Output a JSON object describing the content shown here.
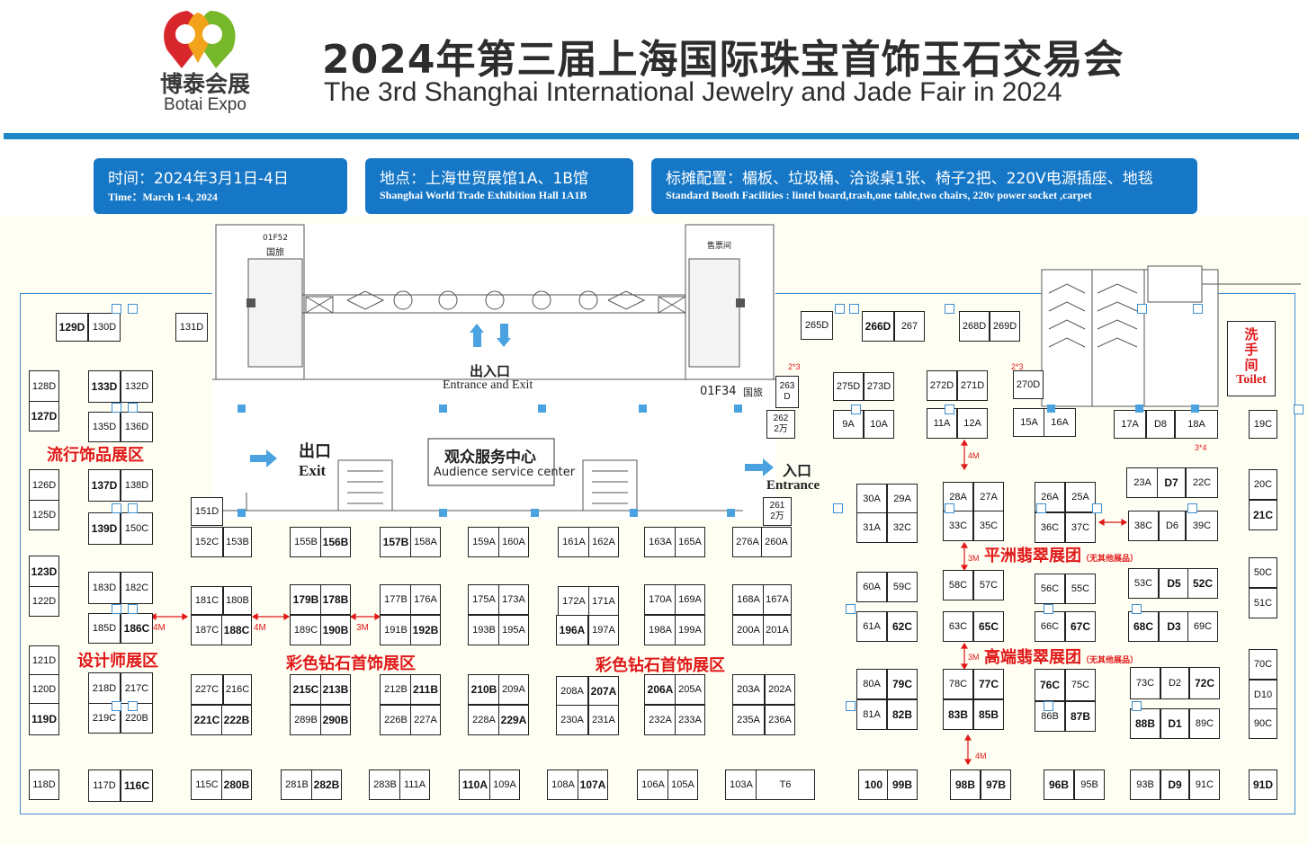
{
  "header": {
    "logo_cn": "博泰会展",
    "logo_en": "Botai Expo",
    "title_cn": "2024年第三届上海国际珠宝首饰玉石交易会",
    "title_en": "The 3rd Shanghai International Jewelry and Jade Fair in 2024"
  },
  "info": {
    "time_cn": "时间：2024年3月1日-4日",
    "time_en": "Time：March 1-4, 2024",
    "place_cn": "地点：上海世贸展馆1A、1B馆",
    "place_en": "Shanghai World Trade Exhibition Hall 1A1B",
    "config_cn": "标摊配置：楣板、垃圾桶、洽谈桌1张、椅子2把、220V电源插座、地毯",
    "config_en": "Standard Booth Facilities : lintel board,trash,one table,two chairs, 220v power socket ,carpet"
  },
  "building": {
    "f52": "01F52",
    "guolv1": "国旅",
    "f34": "01F34",
    "guolv2": "国旅",
    "ticket": "售票间",
    "entrance_exit_cn": "出入口",
    "entrance_exit_en": "Entrance and Exit",
    "exit_cn": "出口",
    "exit_en": "Exit",
    "entrance_cn": "入口",
    "entrance_en": "Entrance",
    "service_cn": "观众服务中心",
    "service_en": "Audience service center"
  },
  "toilet": {
    "cn": "洗手间",
    "en": "Toilet"
  },
  "zones": {
    "fashion": "流行饰品展区",
    "designer": "设计师展区",
    "color_diamond_1": "彩色钻石首饰展区",
    "color_diamond_2": "彩色钻石首饰展区",
    "pingzhou": "平洲翡翠展团",
    "pingzhou_note": "（无其他展品）",
    "highend": "高端翡翠展团",
    "highend_note": "（无其他展品）"
  },
  "aisle_labels": [
    "4M",
    "4M",
    "3M",
    "4M",
    "3M",
    "3M",
    "4M",
    "2*3",
    "2*3",
    "3*4"
  ],
  "booths": [
    {
      "id": "129D",
      "b": true
    },
    {
      "id": "130D"
    },
    {
      "id": "131D"
    },
    {
      "id": "128D"
    },
    {
      "id": "133D",
      "b": true
    },
    {
      "id": "132D"
    },
    {
      "id": "127D",
      "b": true
    },
    {
      "id": "135D"
    },
    {
      "id": "136D"
    },
    {
      "id": "126D"
    },
    {
      "id": "137D",
      "b": true
    },
    {
      "id": "138D"
    },
    {
      "id": "125D"
    },
    {
      "id": "139D",
      "b": true
    },
    {
      "id": "150C"
    },
    {
      "id": "123D",
      "b": true
    },
    {
      "id": "122D"
    },
    {
      "id": "183D"
    },
    {
      "id": "182C"
    },
    {
      "id": "185D"
    },
    {
      "id": "186C",
      "b": true
    },
    {
      "id": "121D"
    },
    {
      "id": "120D"
    },
    {
      "id": "119D",
      "b": true
    },
    {
      "id": "218D"
    },
    {
      "id": "217C"
    },
    {
      "id": "219C"
    },
    {
      "id": "220B"
    },
    {
      "id": "118D"
    },
    {
      "id": "117D"
    },
    {
      "id": "116C",
      "b": true
    },
    {
      "id": "151D"
    },
    {
      "id": "152C"
    },
    {
      "id": "153B"
    },
    {
      "id": "155B"
    },
    {
      "id": "156B",
      "b": true
    },
    {
      "id": "157B",
      "b": true
    },
    {
      "id": "158A"
    },
    {
      "id": "159A"
    },
    {
      "id": "160A"
    },
    {
      "id": "161A"
    },
    {
      "id": "162A"
    },
    {
      "id": "163A"
    },
    {
      "id": "165A"
    },
    {
      "id": "276A"
    },
    {
      "id": "260A"
    },
    {
      "id": "261\n2万"
    },
    {
      "id": "181C"
    },
    {
      "id": "180B"
    },
    {
      "id": "187C"
    },
    {
      "id": "188C",
      "b": true
    },
    {
      "id": "179B",
      "b": true
    },
    {
      "id": "178B",
      "b": true
    },
    {
      "id": "189C"
    },
    {
      "id": "190B",
      "b": true
    },
    {
      "id": "177B"
    },
    {
      "id": "176A"
    },
    {
      "id": "191B"
    },
    {
      "id": "192B",
      "b": true
    },
    {
      "id": "175A"
    },
    {
      "id": "173A"
    },
    {
      "id": "193B"
    },
    {
      "id": "195A"
    },
    {
      "id": "172A"
    },
    {
      "id": "171A"
    },
    {
      "id": "196A",
      "b": true
    },
    {
      "id": "197A"
    },
    {
      "id": "170A"
    },
    {
      "id": "169A"
    },
    {
      "id": "198A"
    },
    {
      "id": "199A"
    },
    {
      "id": "168A"
    },
    {
      "id": "167A"
    },
    {
      "id": "200A"
    },
    {
      "id": "201A"
    },
    {
      "id": "227C"
    },
    {
      "id": "216C"
    },
    {
      "id": "221C",
      "b": true
    },
    {
      "id": "222B",
      "b": true
    },
    {
      "id": "215C",
      "b": true
    },
    {
      "id": "213B",
      "b": true
    },
    {
      "id": "289B"
    },
    {
      "id": "290B",
      "b": true
    },
    {
      "id": "212B"
    },
    {
      "id": "211B",
      "b": true
    },
    {
      "id": "226B"
    },
    {
      "id": "227A"
    },
    {
      "id": "210B",
      "b": true
    },
    {
      "id": "209A"
    },
    {
      "id": "228A"
    },
    {
      "id": "229A",
      "b": true
    },
    {
      "id": "208A"
    },
    {
      "id": "207A",
      "b": true
    },
    {
      "id": "230A"
    },
    {
      "id": "231A"
    },
    {
      "id": "206A",
      "b": true
    },
    {
      "id": "205A"
    },
    {
      "id": "232A"
    },
    {
      "id": "233A"
    },
    {
      "id": "203A"
    },
    {
      "id": "202A"
    },
    {
      "id": "235A"
    },
    {
      "id": "236A"
    },
    {
      "id": "115C"
    },
    {
      "id": "280B",
      "b": true
    },
    {
      "id": "281B"
    },
    {
      "id": "282B",
      "b": true
    },
    {
      "id": "283B"
    },
    {
      "id": "111A"
    },
    {
      "id": "110A",
      "b": true
    },
    {
      "id": "109A"
    },
    {
      "id": "108A"
    },
    {
      "id": "107A",
      "b": true
    },
    {
      "id": "106A"
    },
    {
      "id": "105A"
    },
    {
      "id": "103A"
    },
    {
      "id": "T6"
    },
    {
      "id": "265D"
    },
    {
      "id": "266D",
      "b": true
    },
    {
      "id": "267"
    },
    {
      "id": "268D"
    },
    {
      "id": "269D"
    },
    {
      "id": "263\nD"
    },
    {
      "id": "262\n2万"
    },
    {
      "id": "275D"
    },
    {
      "id": "273D"
    },
    {
      "id": "9A"
    },
    {
      "id": "10A"
    },
    {
      "id": "272D"
    },
    {
      "id": "271D"
    },
    {
      "id": "11A"
    },
    {
      "id": "12A"
    },
    {
      "id": "270D"
    },
    {
      "id": "15A"
    },
    {
      "id": "16A"
    },
    {
      "id": "17A"
    },
    {
      "id": "D8"
    },
    {
      "id": "18A"
    },
    {
      "id": "19C"
    },
    {
      "id": "30A"
    },
    {
      "id": "29A"
    },
    {
      "id": "31A"
    },
    {
      "id": "32C"
    },
    {
      "id": "28A"
    },
    {
      "id": "27A"
    },
    {
      "id": "33C"
    },
    {
      "id": "35C"
    },
    {
      "id": "26A"
    },
    {
      "id": "25A"
    },
    {
      "id": "36C"
    },
    {
      "id": "37C"
    },
    {
      "id": "23A"
    },
    {
      "id": "D7",
      "b": true
    },
    {
      "id": "22C"
    },
    {
      "id": "38C"
    },
    {
      "id": "D6"
    },
    {
      "id": "39C"
    },
    {
      "id": "20C"
    },
    {
      "id": "21C",
      "b": true
    },
    {
      "id": "60A"
    },
    {
      "id": "59C"
    },
    {
      "id": "61A"
    },
    {
      "id": "62C",
      "b": true
    },
    {
      "id": "58C"
    },
    {
      "id": "57C"
    },
    {
      "id": "63C"
    },
    {
      "id": "65C",
      "b": true
    },
    {
      "id": "56C"
    },
    {
      "id": "55C"
    },
    {
      "id": "66C"
    },
    {
      "id": "67C",
      "b": true
    },
    {
      "id": "53C"
    },
    {
      "id": "D5",
      "b": true
    },
    {
      "id": "52C",
      "b": true
    },
    {
      "id": "68C",
      "b": true
    },
    {
      "id": "D3",
      "b": true
    },
    {
      "id": "69C"
    },
    {
      "id": "50C"
    },
    {
      "id": "51C"
    },
    {
      "id": "80A"
    },
    {
      "id": "79C",
      "b": true
    },
    {
      "id": "81A"
    },
    {
      "id": "82B",
      "b": true
    },
    {
      "id": "78C"
    },
    {
      "id": "77C",
      "b": true
    },
    {
      "id": "83B",
      "b": true
    },
    {
      "id": "85B",
      "b": true
    },
    {
      "id": "76C",
      "b": true
    },
    {
      "id": "75C"
    },
    {
      "id": "86B"
    },
    {
      "id": "87B",
      "b": true
    },
    {
      "id": "73C"
    },
    {
      "id": "D2"
    },
    {
      "id": "72C",
      "b": true
    },
    {
      "id": "88B",
      "b": true
    },
    {
      "id": "D1",
      "b": true
    },
    {
      "id": "89C"
    },
    {
      "id": "70C"
    },
    {
      "id": "D10"
    },
    {
      "id": "90C"
    },
    {
      "id": "100",
      "b": true
    },
    {
      "id": "99B",
      "b": true
    },
    {
      "id": "98B",
      "b": true
    },
    {
      "id": "97B",
      "b": true
    },
    {
      "id": "96B",
      "b": true
    },
    {
      "id": "95B"
    },
    {
      "id": "93B"
    },
    {
      "id": "D9",
      "b": true
    },
    {
      "id": "91C"
    },
    {
      "id": "91D",
      "b": true
    }
  ]
}
